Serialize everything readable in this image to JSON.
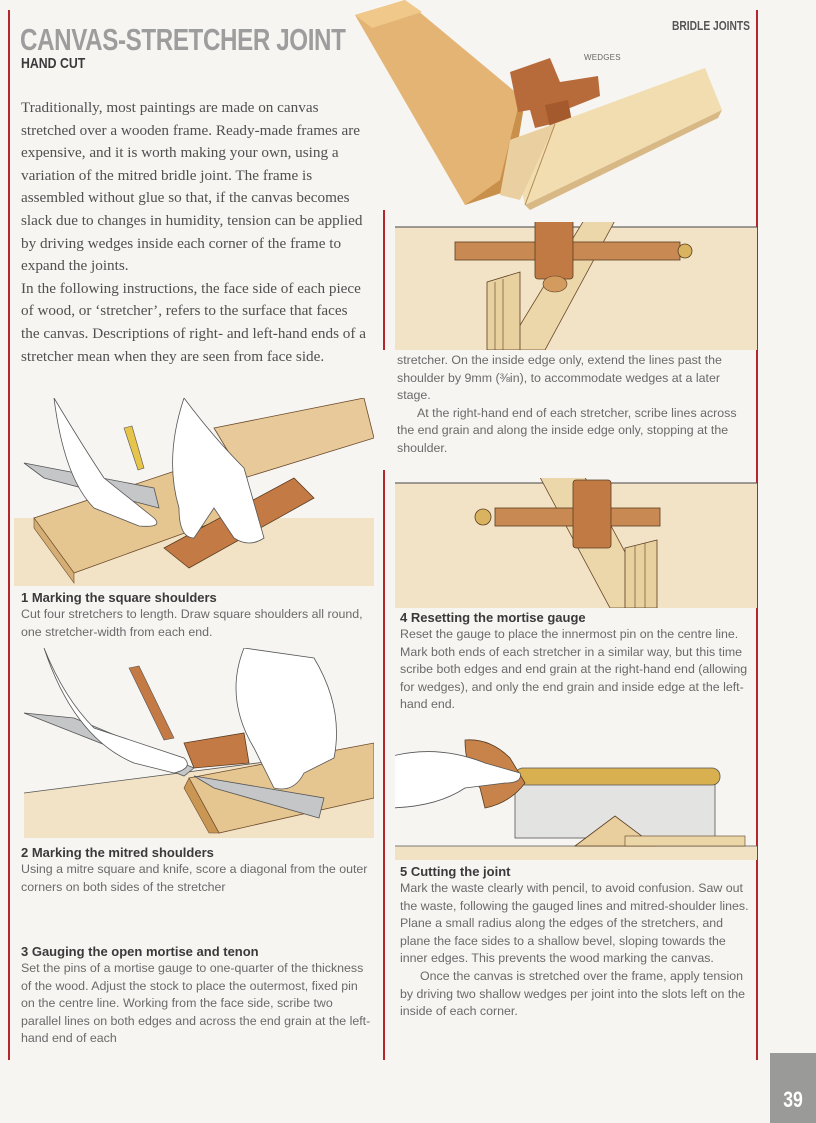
{
  "header": {
    "title": "CANVAS-STRETCHER JOINT",
    "subtitle": "HAND CUT",
    "section": "BRIDLE JOINTS",
    "photo_label": "WEDGES"
  },
  "intro": {
    "paragraph_1": "Traditionally, most paintings are made on canvas stretched over a wooden frame. Ready-made frames are expensive, and it is worth making your own, using a variation of the mitred bridle joint. The frame is assembled without glue so that, if the canvas becomes slack due to changes in humidity, tension can be applied by driving wedges inside each corner of the frame to expand the joints.",
    "paragraph_2": "In the following instructions, the face side of each piece of wood, or ‘stretcher’, refers to the surface that faces the canvas. Descriptions of right- and left-hand ends of a stretcher mean when they are seen from face side."
  },
  "steps": [
    {
      "heading": "1 Marking the square shoulders",
      "body": "Cut four stretchers to length. Draw square shoulders all round, one stretcher-width from each end."
    },
    {
      "heading": "2 Marking the mitred shoulders",
      "body": "Using a mitre square and knife, score a diagonal from the outer corners on both sides of the stretcher"
    },
    {
      "heading": "3 Gauging the open mortise and tenon",
      "body": "Set the pins of a mortise gauge to one-quarter of the thickness of the wood. Adjust the stock to place the outermost, fixed pin on the centre line. Working from the face side, scribe two parallel lines on both edges and across the end grain at the left-hand end of each",
      "continued": "stretcher. On the inside edge only, extend the lines past the shoulder by 9mm (⅜in), to accommodate wedges at a later stage.",
      "continued_2": "At the right-hand end of each stretcher, scribe lines across the end grain and along the inside edge only, stopping at the shoulder."
    },
    {
      "heading": "4 Resetting the mortise gauge",
      "body": "Reset the gauge to place the innermost pin on the centre line. Mark both ends of each stretcher in a similar way, but this time scribe both edges and end grain at the right-hand end (allowing for wedges), and only the end grain and inside edge at the left-hand end."
    },
    {
      "heading": "5 Cutting the joint",
      "body": "Mark the waste clearly with pencil, to avoid confusion. Saw out the waste, following the gauged lines and mitred-shoulder lines. Plane a small radius along the edges of the stretchers, and plane the face sides to a shallow bevel, sloping towards the inner edges. This prevents the wood marking the canvas.",
      "body_2": "Once the canvas is stretched over the frame, apply tension by driving two shallow wedges per joint into the slots left on the inside of each corner."
    }
  ],
  "footer": {
    "page_number": "39"
  },
  "colors": {
    "accent_red": "#b3262b",
    "title_gray": "#9d9d9d",
    "page_tab": "#9a9a98"
  }
}
